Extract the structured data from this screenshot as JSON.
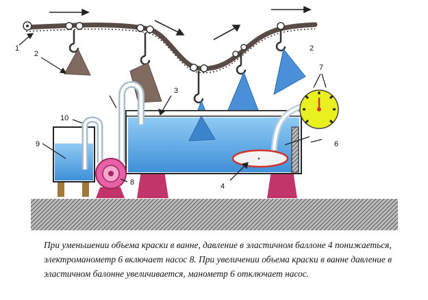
{
  "labels": {
    "n1": "1",
    "n2a": "2",
    "n2b": "2",
    "n3": "3",
    "n4": "4",
    "n6": "6",
    "n7": "7",
    "n8": "8",
    "n9": "9",
    "n10": "10"
  },
  "caption": {
    "line1": "При уменьшении  объема краски в ванне,  давление в эластичном баллоне 4 понижаеться,",
    "line2": "электроманометр 6 включает насос 8. При увеличении объема краски  в ванне давление  в",
    "line3": "эластичном балонне увеличивается, манометр 6 отключает насос."
  },
  "colors": {
    "conveyor": "#5a4a44",
    "part_unpainted": "#806a60",
    "part_painted": "#4a90d8",
    "bath_liquid": "#64b4ee",
    "support": "#c2356b",
    "gauge": "#e8f020",
    "pump": "#e860a8",
    "floor": "#8a8a8a"
  }
}
